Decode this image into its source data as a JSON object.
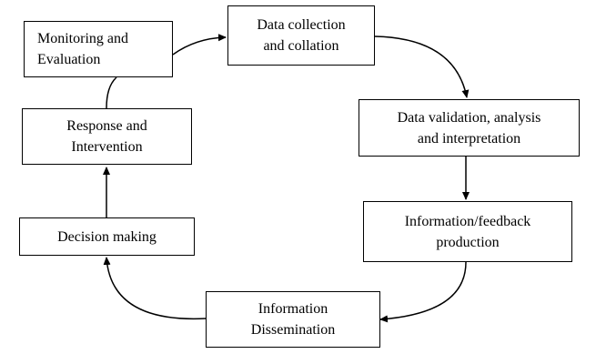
{
  "diagram": {
    "nodes": {
      "monitoring": "Monitoring and\nEvaluation",
      "collection": "Data collection\nand collation",
      "validation": "Data validation, analysis\nand interpretation",
      "feedback": "Information/feedback\nproduction",
      "dissemination": "Information\nDissemination",
      "decision": "Decision making",
      "response": "Response and\nIntervention"
    },
    "flow_order": [
      "collection",
      "validation",
      "feedback",
      "dissemination",
      "decision",
      "response",
      "monitoring"
    ]
  }
}
